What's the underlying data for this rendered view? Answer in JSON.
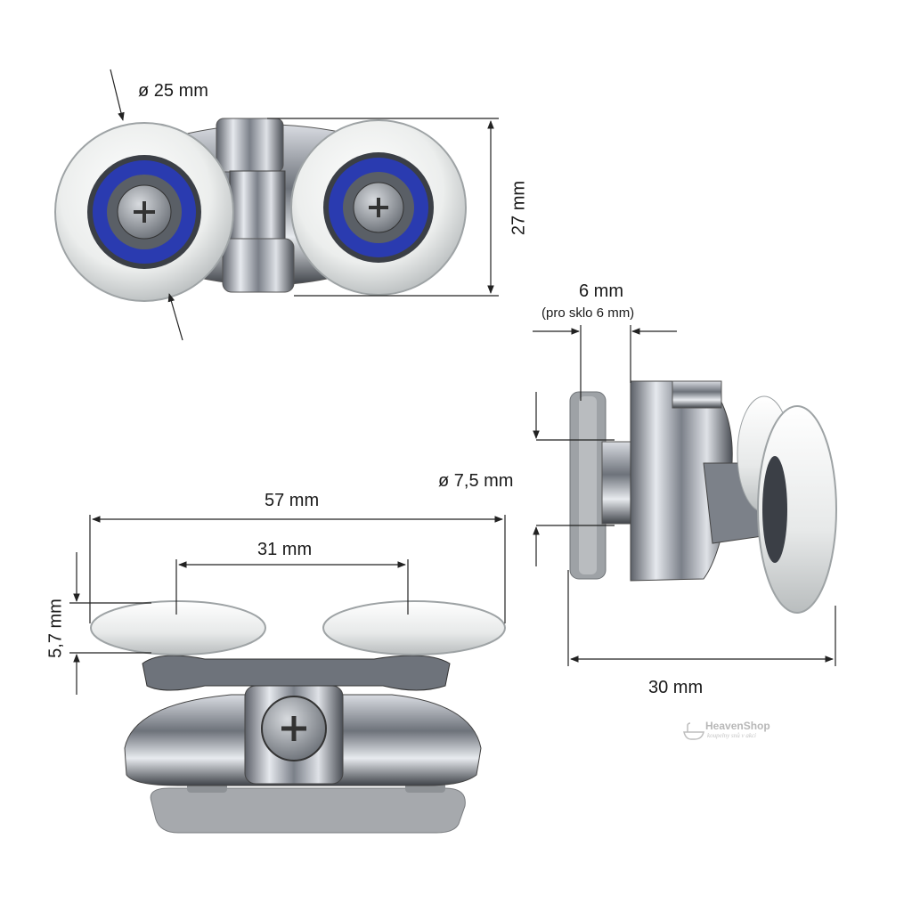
{
  "dimensions": {
    "wheel_diameter": "ø 25 mm",
    "height": "27 mm",
    "glass_thickness": "6 mm",
    "glass_note": "(pro sklo 6 mm)",
    "pin_diameter": "ø 7,5 mm",
    "overall_width": "57 mm",
    "axle_spacing": "31 mm",
    "wheel_thickness": "5,7 mm",
    "depth": "30 mm"
  },
  "watermark": {
    "brand": "HeavenShop",
    "tagline": "koupelny snů v akci"
  },
  "colors": {
    "wheel": "#e9ebea",
    "bearing": "#2a3bb0",
    "chrome": "#9aa0a8",
    "dimension_line": "#222222"
  }
}
